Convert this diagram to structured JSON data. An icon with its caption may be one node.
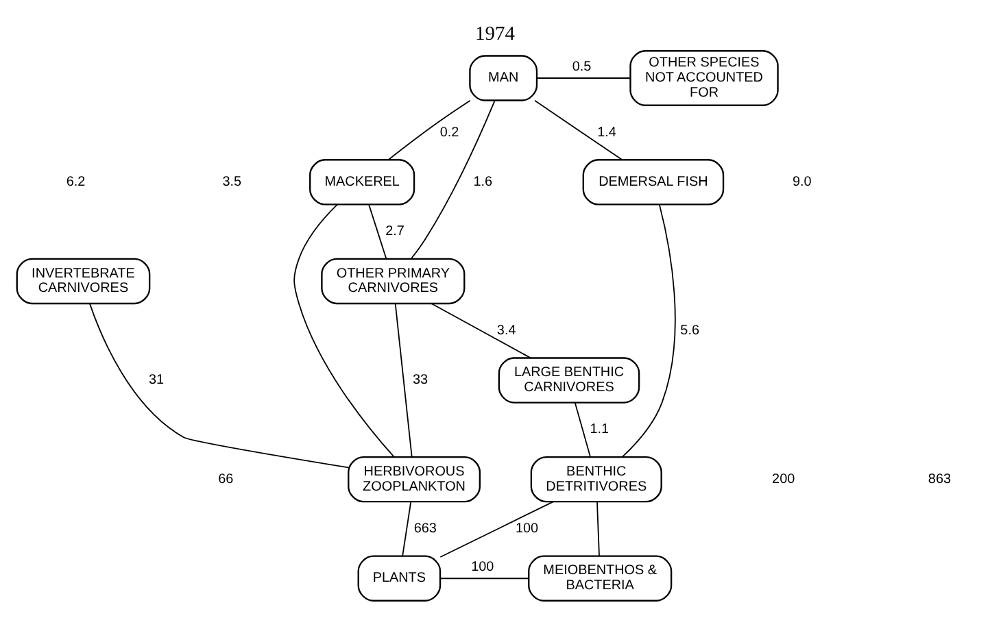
{
  "diagram": {
    "title": "1974",
    "nodes": [
      {
        "text": [
          "MAN"
        ]
      },
      {
        "text": [
          "OTHER SPECIES NOT ACCOUNTED FOR"
        ]
      },
      {
        "text": [
          "MACKEREL"
        ]
      },
      {
        "text": [
          "DEMERSAL FISH"
        ]
      },
      {
        "text": [
          "INVERTEBRATE CARNIVORES"
        ]
      },
      {
        "text": [
          "OTHER PRIMARY CARNIVORES"
        ]
      },
      {
        "text": [
          "LARGE BENTHIC CARNIVORES"
        ]
      },
      {
        "text": [
          "HERBIVOROUS ZOOPLANKTON"
        ]
      },
      {
        "text": [
          "BENTHIC DETRITIVORES"
        ]
      },
      {
        "text": [
          "PLANTS"
        ]
      },
      {
        "text": [
          "MEIOBENTHOS & BACTERIA"
        ]
      }
    ],
    "edges": [
      {
        "from": 0,
        "to": 1,
        "arrow": "none",
        "label": "0.5"
      },
      {
        "from": 0,
        "to": 2,
        "arrow": "none",
        "label": "0.2"
      },
      {
        "from": 0,
        "to": 3,
        "arrow": "none",
        "label": "1.4"
      },
      {
        "from": 0,
        "to": 5,
        "arrow": "none",
        "label": "1.6"
      },
      {
        "from": 2,
        "to": 5,
        "arrow": "none",
        "label": "2.7"
      },
      {
        "from": 2,
        "to": 7,
        "arrow": "none"
      },
      {
        "from": 4,
        "to": 7,
        "arrow": "none",
        "label": "31"
      },
      {
        "from": 5,
        "to": 7,
        "arrow": "none",
        "label": "33"
      },
      {
        "from": 5,
        "to": 6,
        "arrow": "none",
        "label": "3.4"
      },
      {
        "from": 3,
        "to": 8,
        "arrow": "none",
        "label": "5.6"
      },
      {
        "from": 6,
        "to": 8,
        "arrow": "none",
        "label": "1.1"
      },
      {
        "from": 8,
        "to": 10,
        "arrow": "none"
      },
      {
        "from": 7,
        "to": 9,
        "arrow": "none",
        "label": "663"
      },
      {
        "from": 8,
        "to": 9,
        "arrow": "none",
        "label": "100"
      },
      {
        "from": 9,
        "to": 10,
        "arrow": "none",
        "label": "100"
      }
    ],
    "labels": [
      "6.2",
      "3.5",
      "9.0",
      "66",
      "200",
      "863"
    ]
  }
}
